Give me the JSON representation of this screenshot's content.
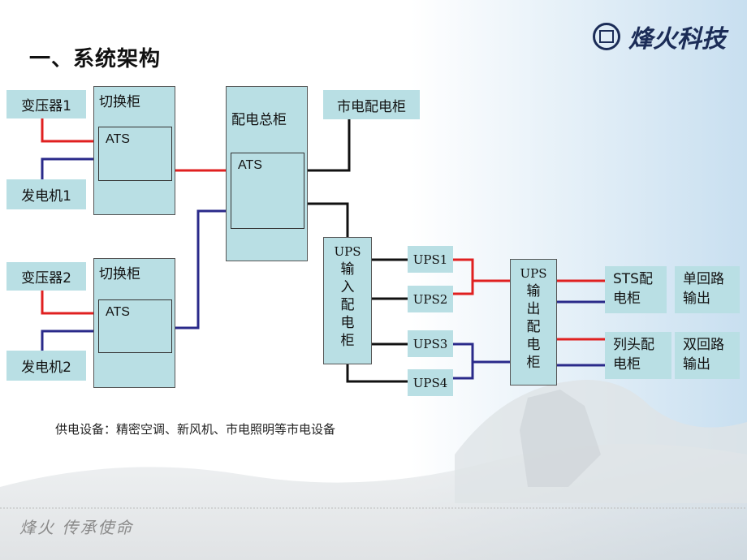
{
  "title": "一、系统架构",
  "logo": {
    "brand_text": "烽火科技"
  },
  "footer": {
    "slogan": "烽火 传承使命"
  },
  "diagram": {
    "transformer1": "变压器1",
    "generator1": "发电机1",
    "transformer2": "变压器2",
    "generator2": "发电机2",
    "switch_cabinet_1": "切换柜",
    "switch_cabinet_2": "切换柜",
    "ats": "ATS",
    "main_panel": "配电总柜",
    "mains_panel": "市电配电柜",
    "ups_in": {
      "top": "UPS",
      "chars": [
        "输",
        "入",
        "配",
        "电",
        "柜"
      ]
    },
    "ups_out": {
      "top": "UPS",
      "chars": [
        "输",
        "出",
        "配",
        "电",
        "柜"
      ]
    },
    "ups1": "UPS1",
    "ups2": "UPS2",
    "ups3": "UPS3",
    "ups4": "UPS4",
    "sts_panel": {
      "line1": "STS配",
      "line2": "电柜"
    },
    "rack_panel": {
      "line1": "列头配",
      "line2": "电柜"
    },
    "single_output": {
      "line1": "单回路",
      "line2": "输出"
    },
    "dual_output": {
      "line1": "双回路",
      "line2": "输出"
    }
  },
  "note": "供电设备：精密空调、新风机、市电照明等市电设备",
  "colors": {
    "red_line": "#e02020",
    "blue_line": "#2a2a8a",
    "black_line": "#111111",
    "box_fill": "#b9dfe4"
  }
}
